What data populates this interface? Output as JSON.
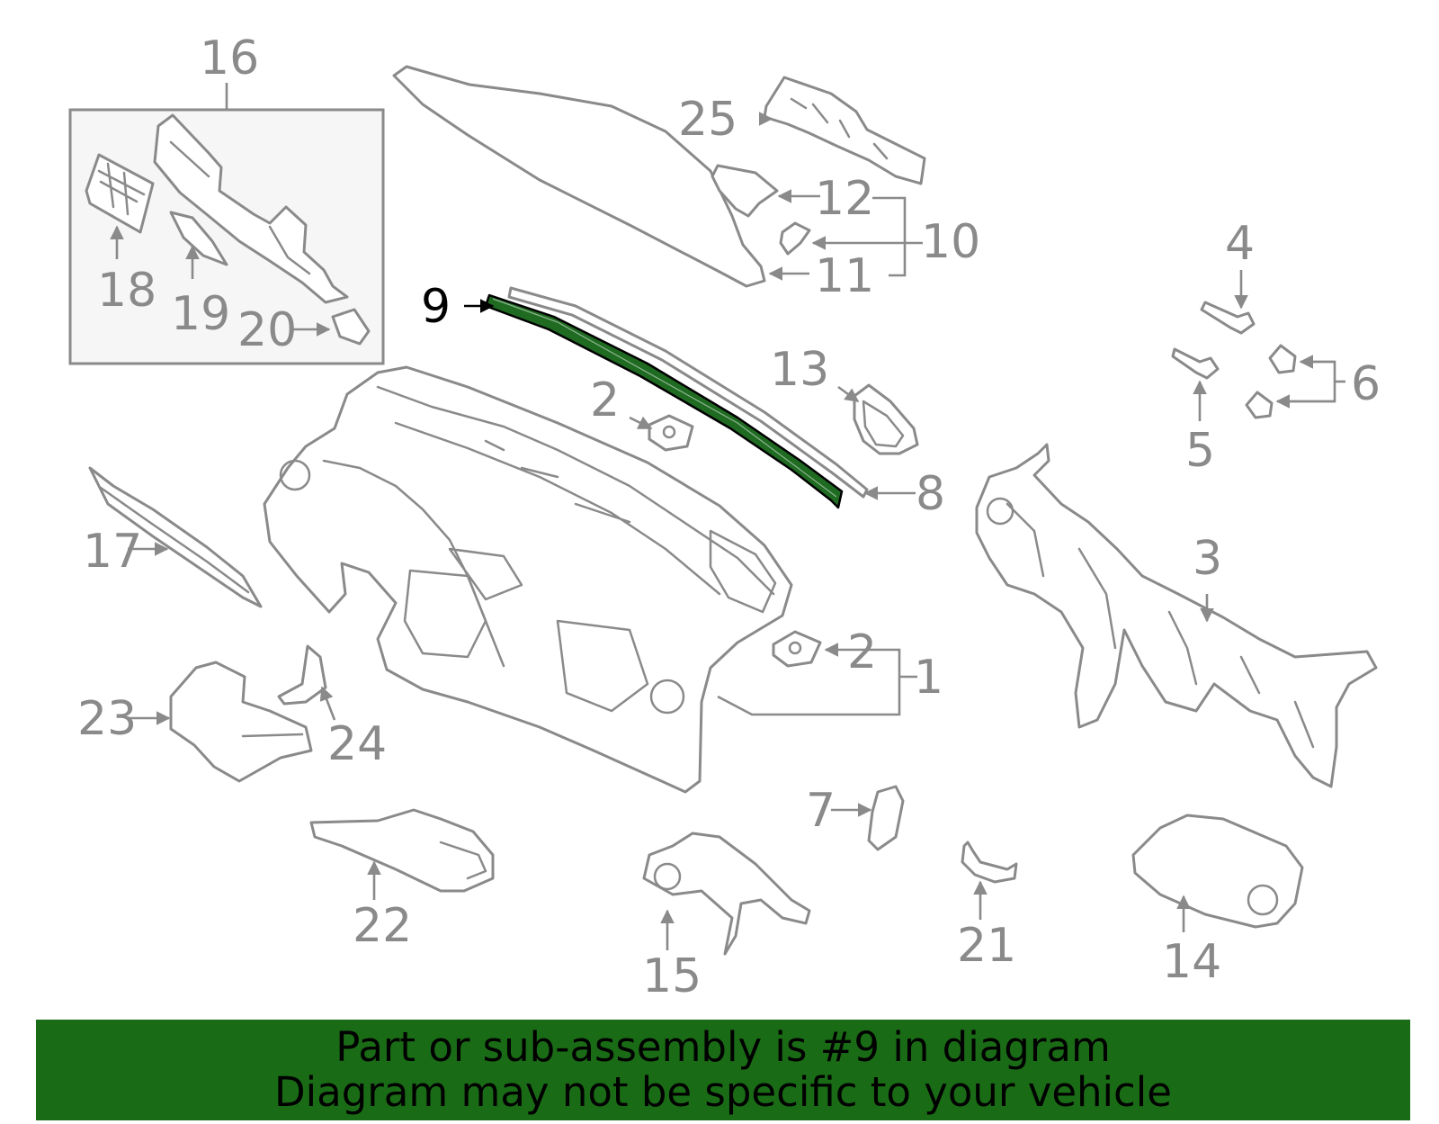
{
  "colors": {
    "part_stroke": "#8a8a8a",
    "highlight_part": "#1f6b22",
    "banner_background": "#1a6b16",
    "banner_text": "#000000",
    "active_callout": "#000000"
  },
  "highlighted_part": "9",
  "callouts": {
    "c1": "1",
    "c2a": "2",
    "c2b": "2",
    "c3": "3",
    "c4": "4",
    "c5": "5",
    "c6": "6",
    "c7": "7",
    "c8": "8",
    "c9": "9",
    "c10": "10",
    "c11": "11",
    "c12": "12",
    "c13": "13",
    "c14": "14",
    "c15": "15",
    "c16": "16",
    "c17": "17",
    "c18": "18",
    "c19": "19",
    "c20": "20",
    "c21": "21",
    "c22": "22",
    "c23": "23",
    "c24": "24",
    "c25": "25"
  },
  "banner": {
    "line1": "Part or sub-assembly is #9 in diagram",
    "line2": "Diagram may not be specific to your vehicle"
  }
}
